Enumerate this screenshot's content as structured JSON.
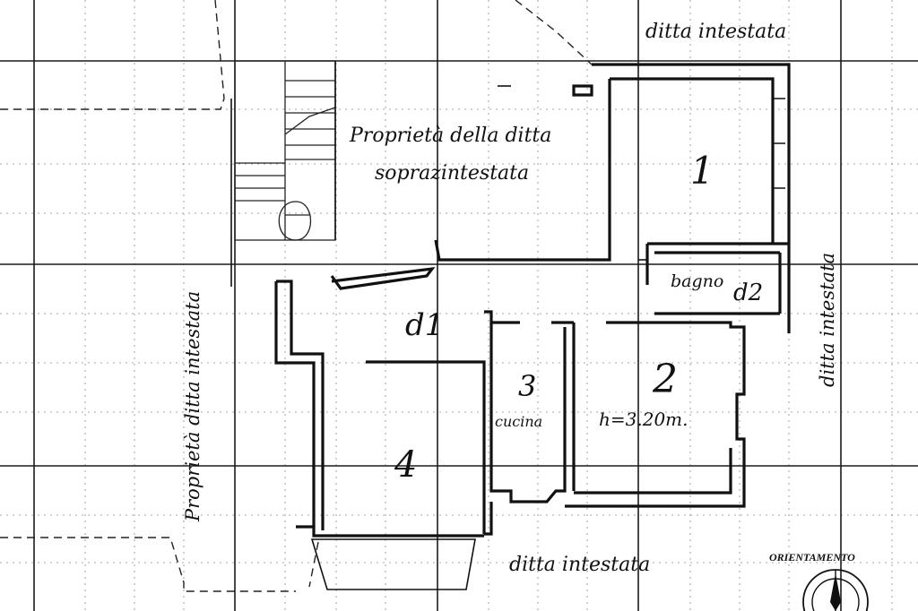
{
  "labels": {
    "top_right": "ditta intestata",
    "upper_room": "Proprietà della ditta",
    "upper_room_2": "soprazintestata",
    "room_1": "1",
    "bathroom": "bagno",
    "d2": "d2",
    "hall": "d1",
    "room_3": "3",
    "kitchen": "cucina",
    "room_2": "2",
    "height": "h=3.20m.",
    "room_4": "4",
    "left_vertical": "Proprietà ditta intestata",
    "right_vertical": "ditta intestata",
    "bottom": "ditta intestata",
    "orientation": "ORIENTAMENTO"
  },
  "colors": {
    "ink": "#111111",
    "paper": "#ffffff",
    "grid": "#8a8a8a"
  },
  "icons": {
    "compass": "north-compass-icon"
  }
}
